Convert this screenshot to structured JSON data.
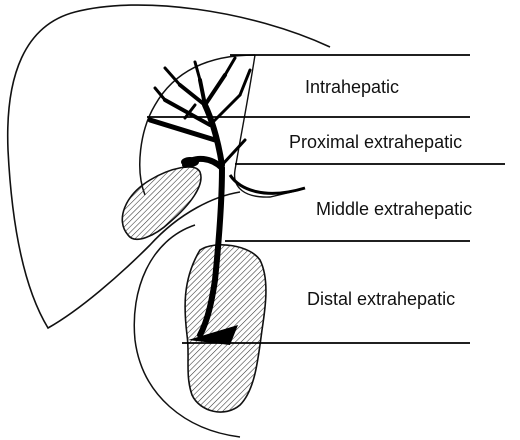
{
  "diagram": {
    "regions": [
      {
        "id": "intrahepatic",
        "label": "Intrahepatic"
      },
      {
        "id": "proximal",
        "label": "Proximal extrahepatic"
      },
      {
        "id": "middle",
        "label": "Middle extrahepatic"
      },
      {
        "id": "distal",
        "label": "Distal extrahepatic"
      }
    ]
  }
}
